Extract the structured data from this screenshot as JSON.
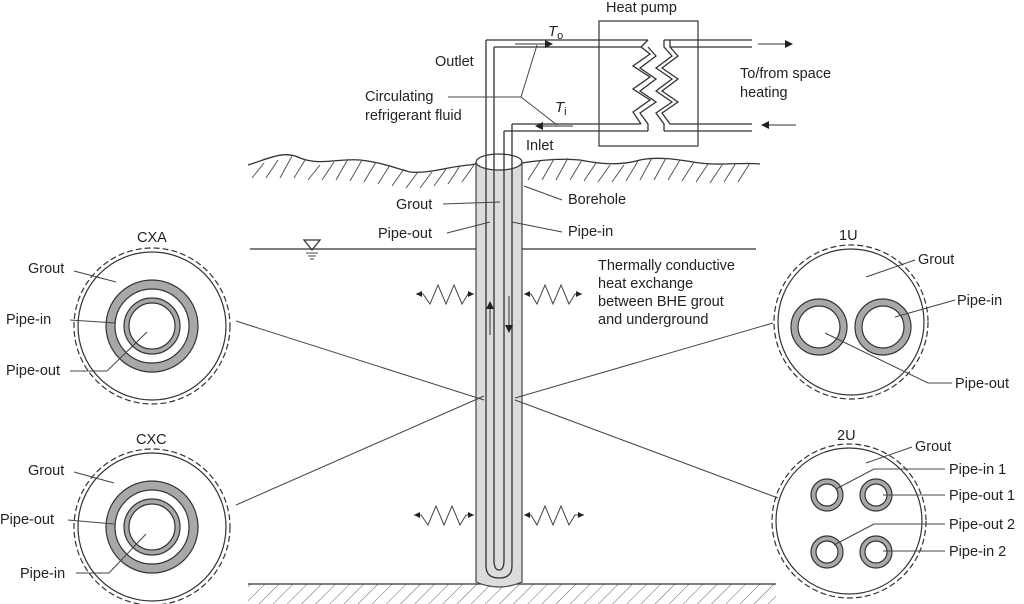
{
  "title": "Borehole heat exchanger (BHE) system schematic",
  "top": {
    "heat_pump": "Heat pump",
    "outlet": "Outlet",
    "inlet": "Inlet",
    "circulating_line1": "Circulating",
    "circulating_line2": "refrigerant fluid",
    "t_out_symbol": "T",
    "t_out_sub": "o",
    "t_in_symbol": "T",
    "t_in_sub": "i",
    "space_heating_line1": "To/from space",
    "space_heating_line2": "heating"
  },
  "borehole": {
    "grout": "Grout",
    "borehole": "Borehole",
    "pipe_out": "Pipe-out",
    "pipe_in": "Pipe-in",
    "heat_exchange_lines": [
      "Thermally conductive",
      "heat exchange",
      "between BHE grout",
      "and underground"
    ]
  },
  "cross_sections": {
    "cxa": {
      "title": "CXA",
      "grout": "Grout",
      "outer_pipe": "Pipe-in",
      "inner_pipe": "Pipe-out"
    },
    "cxc": {
      "title": "CXC",
      "grout": "Grout",
      "outer_pipe": "Pipe-out",
      "inner_pipe": "Pipe-in"
    },
    "u1": {
      "title": "1U",
      "grout": "Grout",
      "pipe_in": "Pipe-in",
      "pipe_out": "Pipe-out"
    },
    "u2": {
      "title": "2U",
      "grout": "Grout",
      "pipe_in_1": "Pipe-in 1",
      "pipe_out_1": "Pipe-out 1",
      "pipe_out_2": "Pipe-out 2",
      "pipe_in_2": "Pipe-in 2"
    }
  },
  "colors": {
    "line": "#333333",
    "grout_fill": "#dcdcdc",
    "pipe_wall_fill": "#a8a8a8",
    "background": "#ffffff"
  }
}
